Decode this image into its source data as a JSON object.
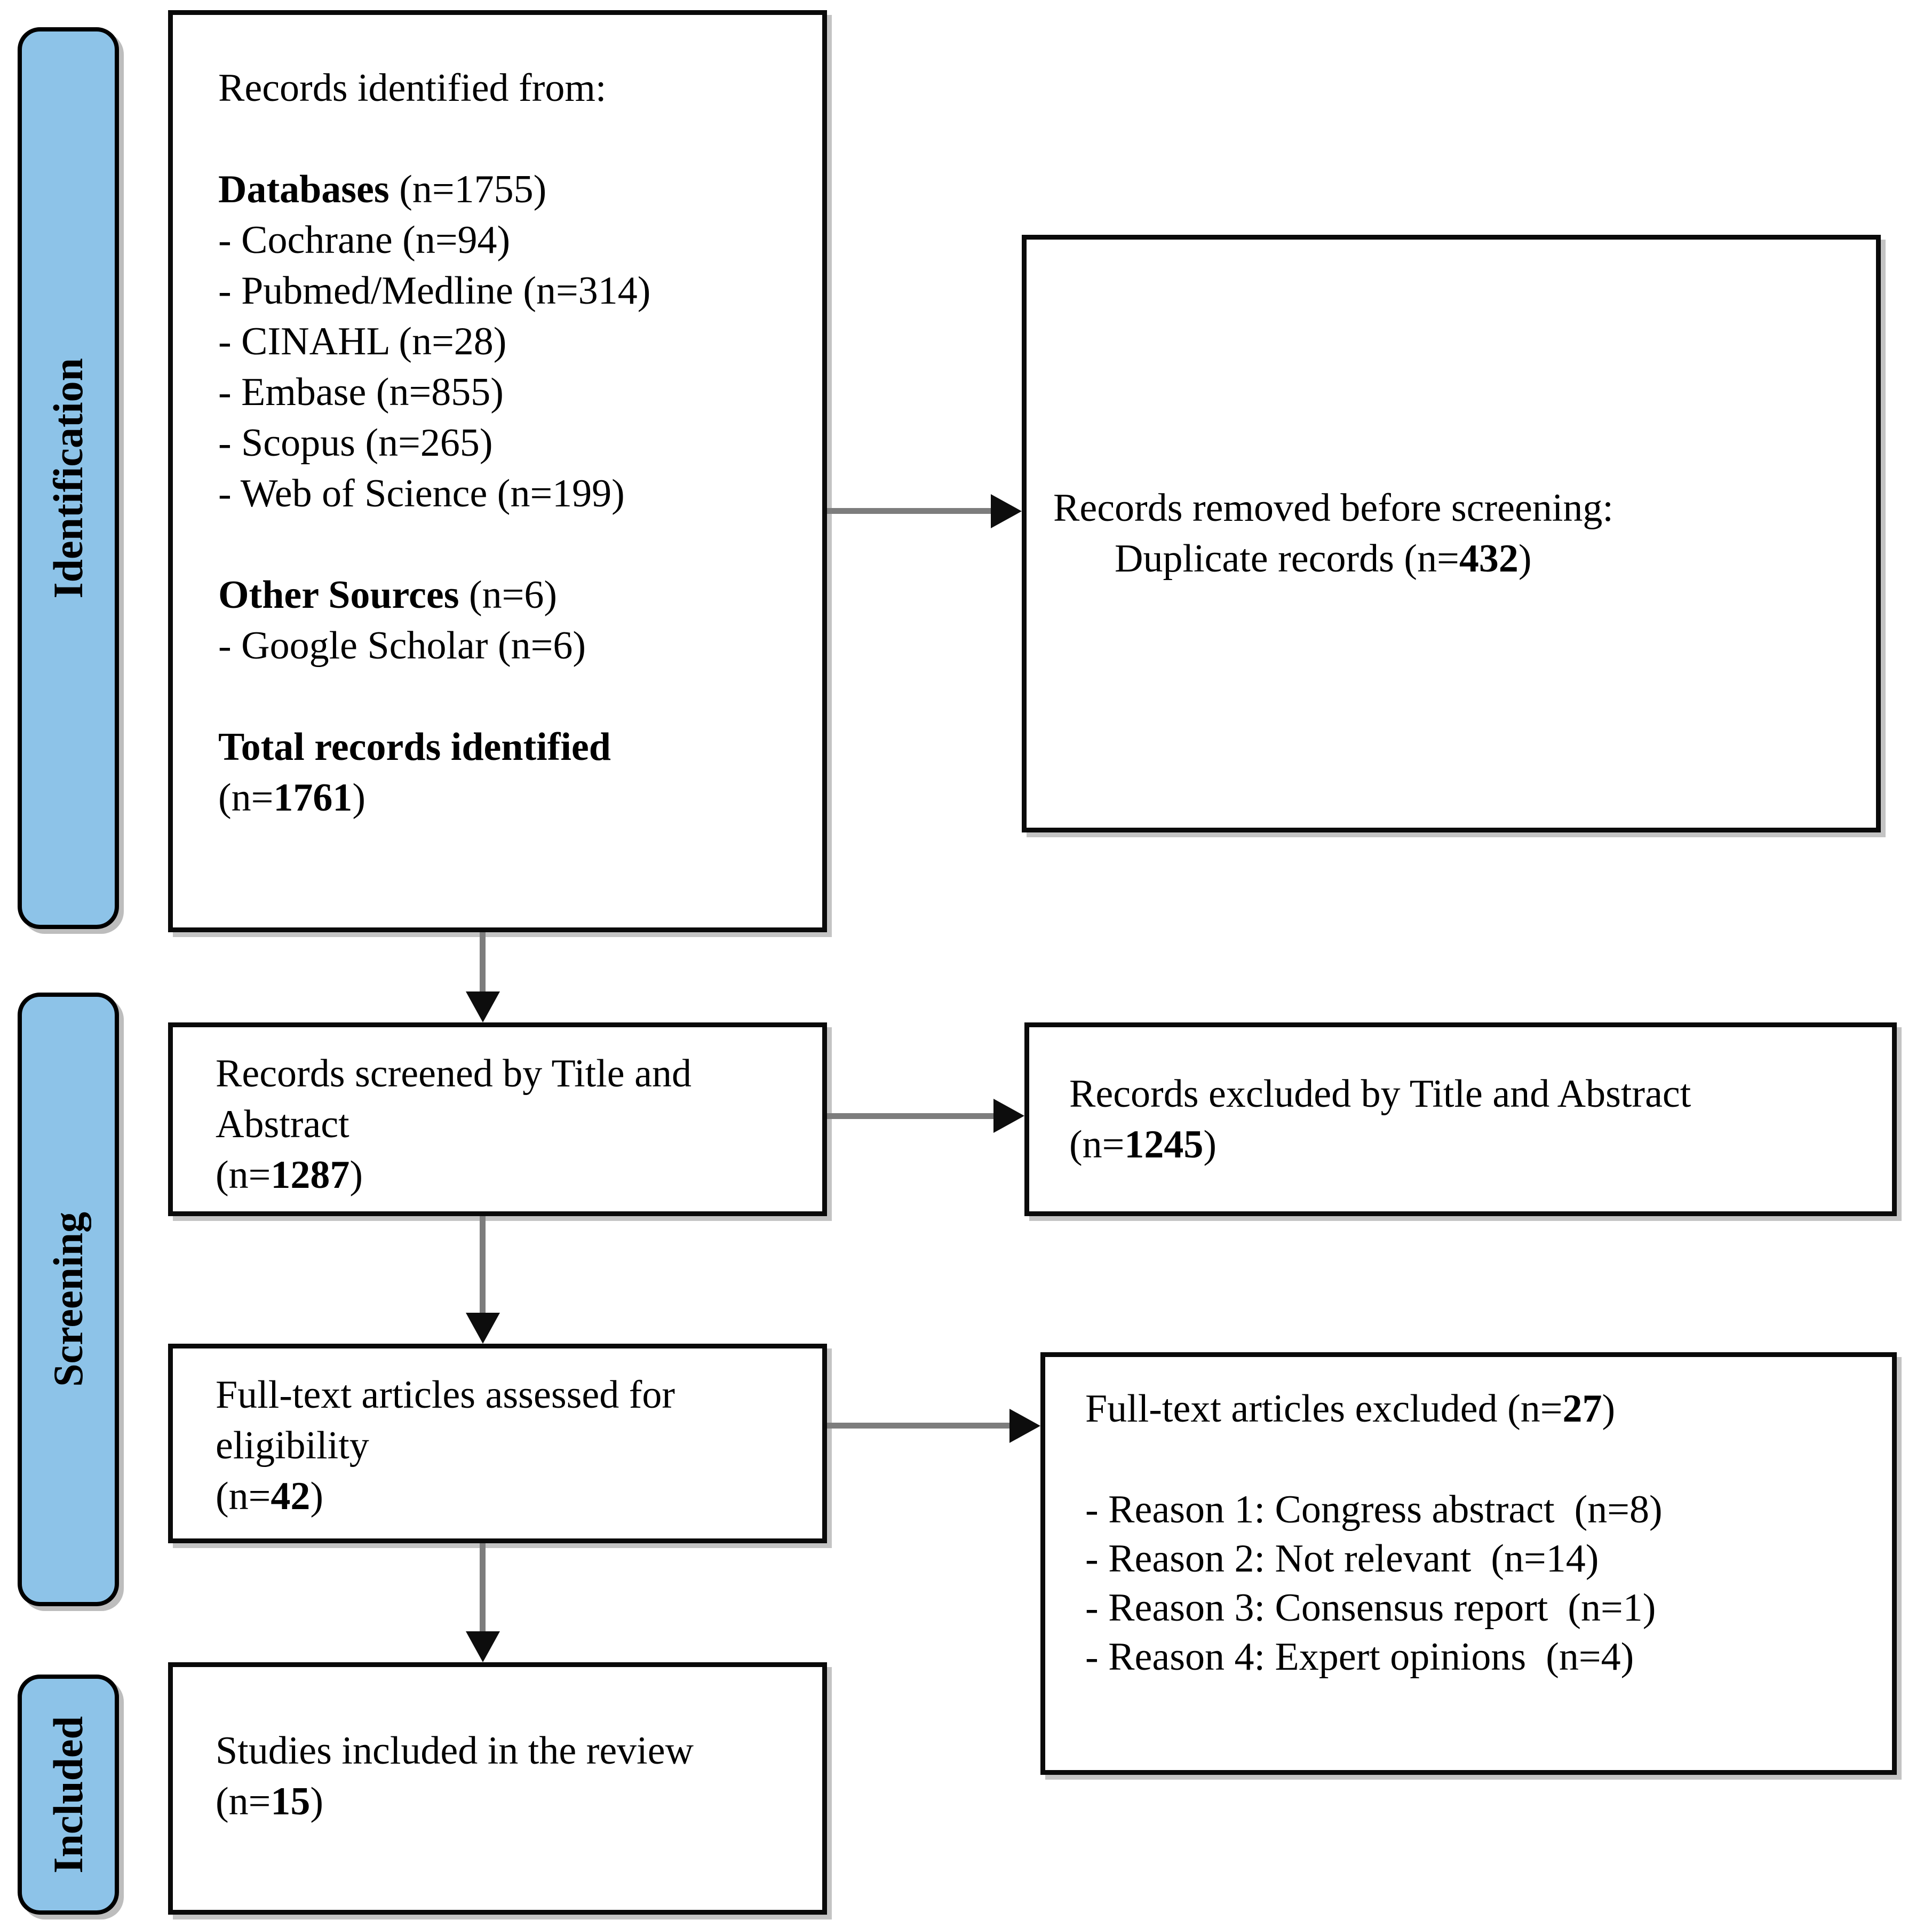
{
  "stages": [
    {
      "label": "Identification"
    },
    {
      "label": "Screening"
    },
    {
      "label": "Included"
    }
  ],
  "boxes": {
    "identified": {
      "intro": "Records identified from:",
      "databases_heading": "Databases",
      "databases_count": " (n=1755)",
      "database_items": [
        "- Cochrane (n=94)",
        "- Pubmed/Medline (n=314)",
        "- CINAHL (n=28)",
        "- Embase (n=855)",
        "- Scopus (n=265)",
        "- Web of Science (n=199)"
      ],
      "other_heading": "Other Sources",
      "other_count": " (n=6)",
      "other_items": [
        "- Google Scholar (n=6)"
      ],
      "total_heading": "Total records identified",
      "total_prefix": "(n=",
      "total_value": "1761",
      "total_suffix": ")"
    },
    "removed": {
      "line1": "Records removed before screening:",
      "line2_prefix": "Duplicate records (n=",
      "line2_value": "432",
      "line2_suffix": ")"
    },
    "screened": {
      "lines": [
        "Records screened by Title and",
        "Abstract"
      ],
      "count_prefix": "(n=",
      "count_value": "1287",
      "count_suffix": ")"
    },
    "excluded_title_abstract": {
      "line1": "Records excluded by Title and Abstract",
      "count_prefix": "(n=",
      "count_value": "1245",
      "count_suffix": ")"
    },
    "fulltext_assessed": {
      "lines": [
        "Full-text articles assessed for",
        "eligibility"
      ],
      "count_prefix": "(n=",
      "count_value": "42",
      "count_suffix": ")"
    },
    "fulltext_excluded": {
      "heading_prefix": "Full-text articles excluded (n=",
      "heading_value": "27",
      "heading_suffix": ")",
      "reasons": [
        "- Reason 1: Congress abstract  (n=8)",
        "- Reason 2: Not relevant  (n=14)",
        "- Reason 3: Consensus report  (n=1)",
        "- Reason 4: Expert opinions  (n=4)"
      ]
    },
    "included": {
      "line1": "Studies included in the review",
      "count_prefix": "(n=",
      "count_value": "15",
      "count_suffix": ")"
    }
  },
  "colors": {
    "stage_fill": "#8DC3E8",
    "box_border": "#0a0a0a",
    "arrow_line": "#7d7d7d",
    "arrow_head": "#0d0d0d"
  }
}
